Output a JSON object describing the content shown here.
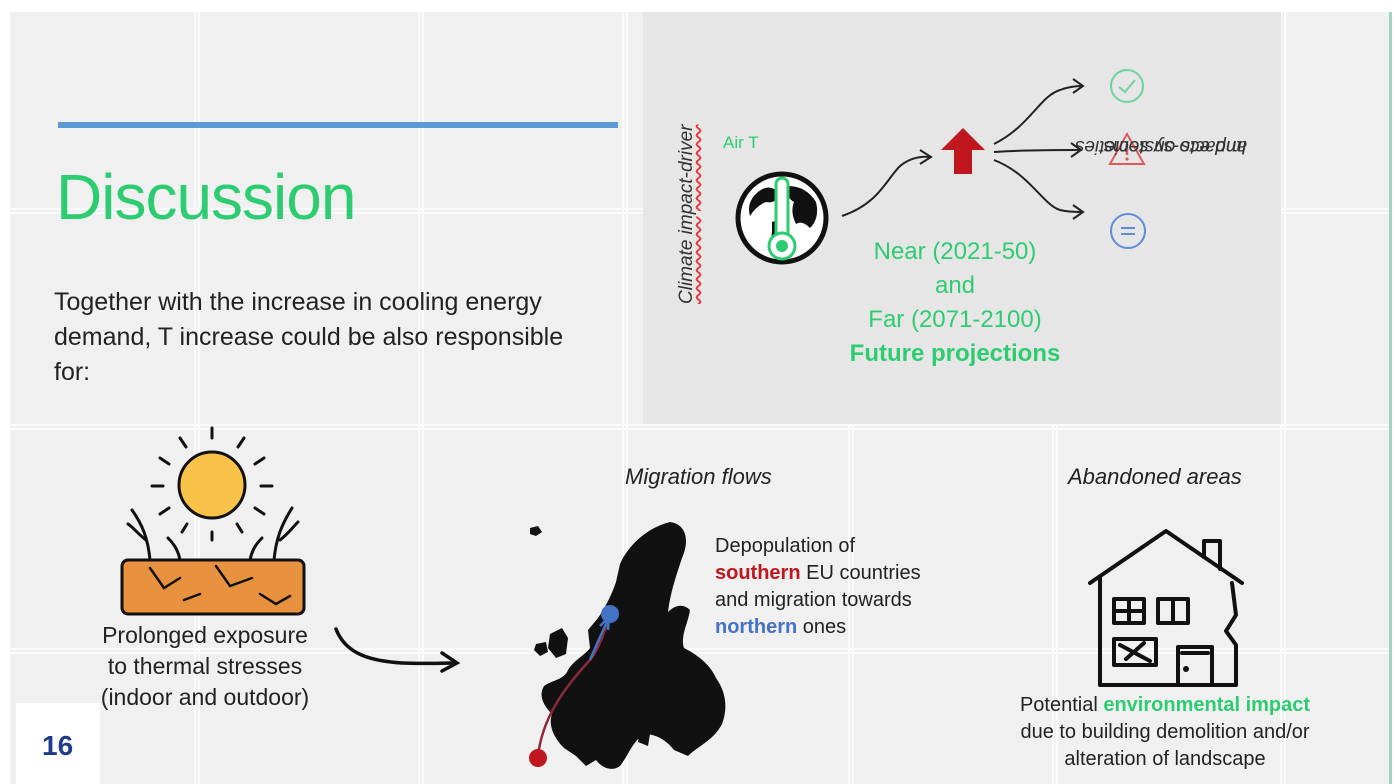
{
  "page_number": "16",
  "title": "Discussion",
  "intro_text": "Together with the increase in cooling energy demand, T increase could be also responsible for:",
  "diagram": {
    "driver_label": "Climate impact-driver",
    "driver_variable": "Air T",
    "impacts_label_line1": "Impacts on societies",
    "impacts_label_line2": "and eco-systems",
    "near": "Near (2021-50)",
    "and": "and",
    "far": "Far (2071-2100)",
    "projections": "Future projections",
    "outcome_icons": [
      "check-circle-icon",
      "warning-triangle-icon",
      "equals-circle-icon"
    ]
  },
  "impacts": {
    "thermal": {
      "line1": "Prolonged exposure",
      "line2": "to thermal stresses",
      "line3": "(indoor and outdoor)"
    },
    "migration": {
      "caption": "Migration flows",
      "line1": "Depopulation of",
      "south_word": "southern",
      "line2_rest": " EU countries",
      "line3": "and migration towards",
      "north_word": "northern",
      "line4_rest": " ones"
    },
    "abandoned": {
      "caption": "Abandoned areas",
      "pre": "Potential ",
      "highlight": "environmental impact",
      "line2": "due to building demolition and/or",
      "line3": "alteration of landscape"
    }
  },
  "colors": {
    "accent_green": "#2ecc71",
    "accent_blue": "#5b9bd5",
    "south_red": "#c0161d",
    "north_blue": "#4472c4",
    "page_number": "#1f3c88"
  }
}
